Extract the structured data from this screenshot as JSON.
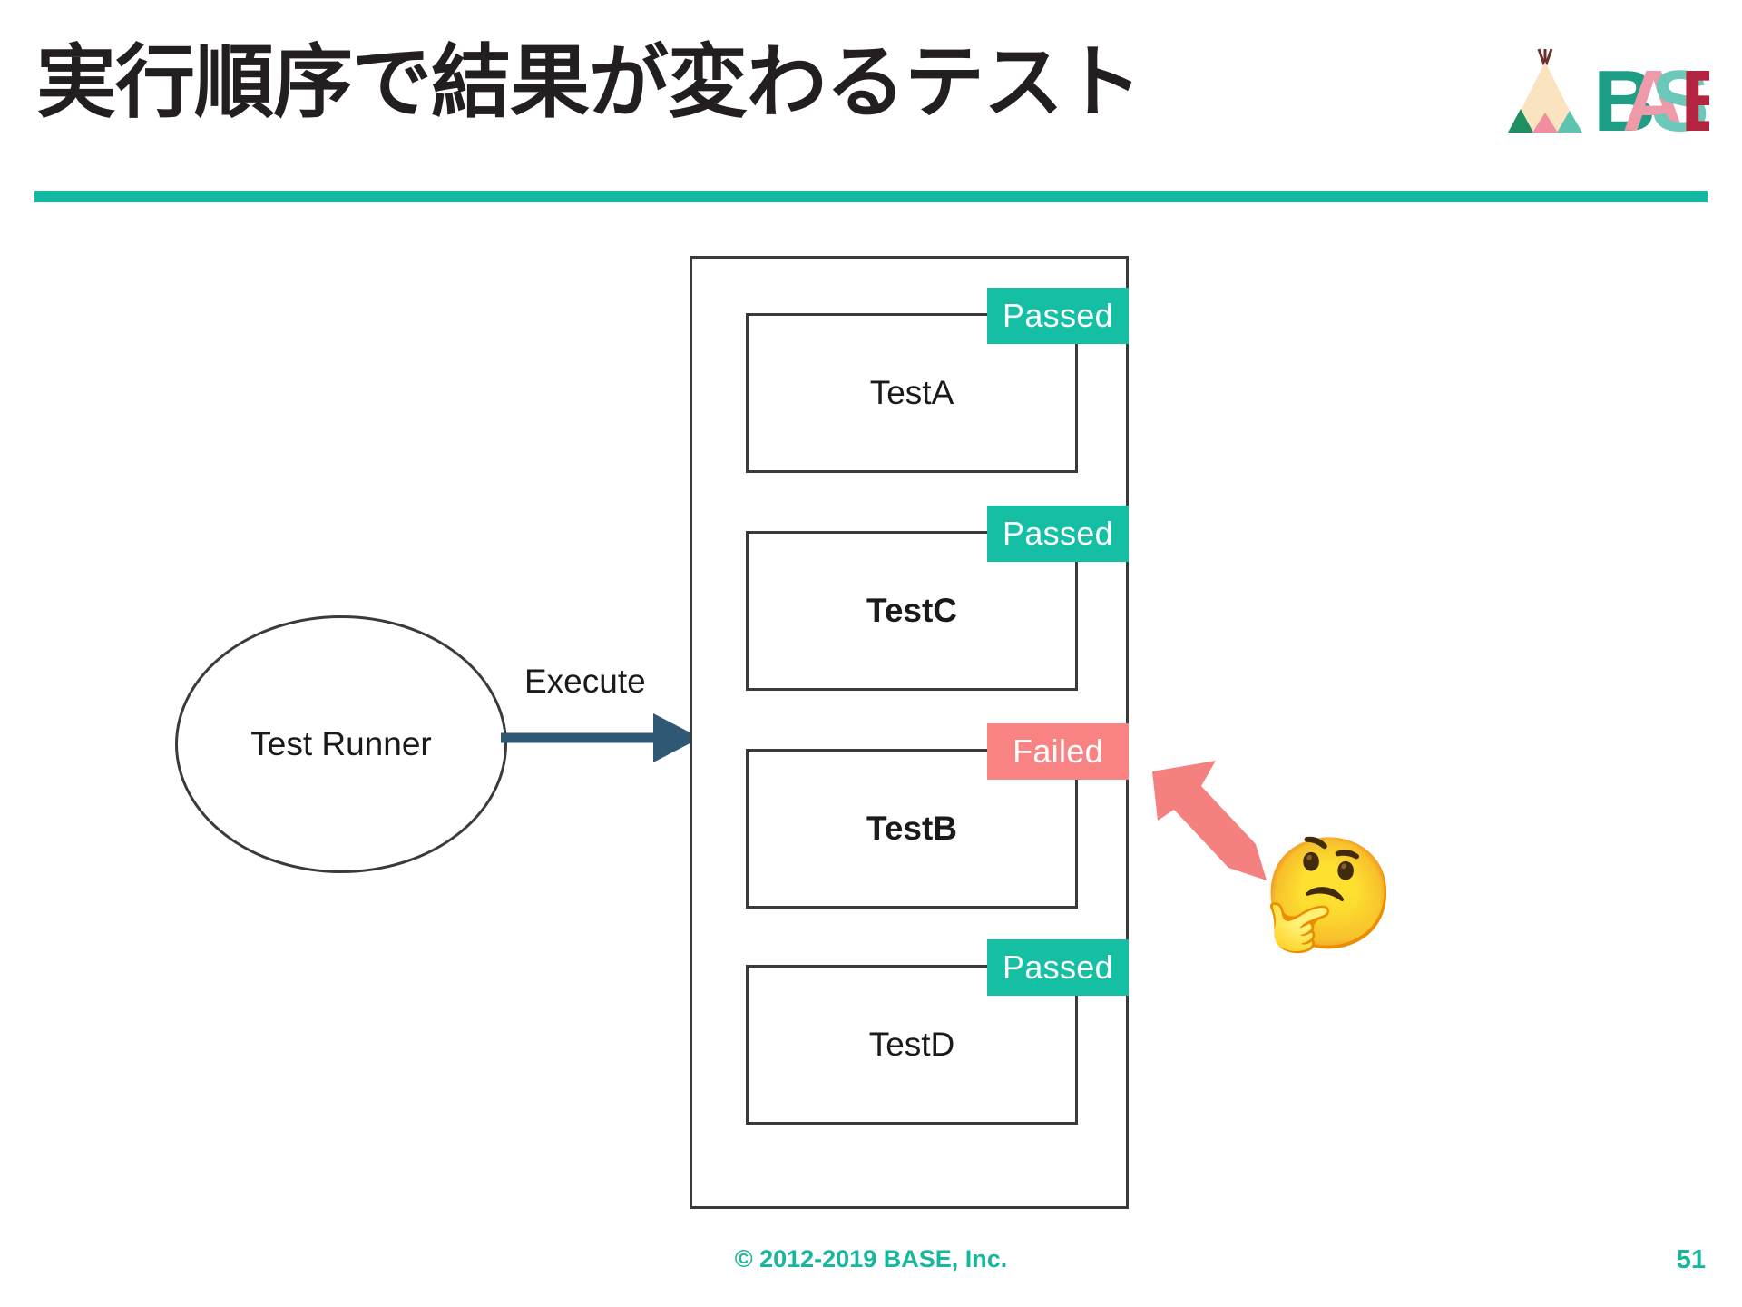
{
  "slide": {
    "title": "実行順序で結果が変わるテスト",
    "page_number": "51",
    "copyright": "© 2012-2019 BASE, Inc.",
    "accent_color": "#12b9a0"
  },
  "logo": {
    "wordmark": "BASE",
    "letters": [
      {
        "char": "B",
        "color": "#1d9e85"
      },
      {
        "char": "A",
        "color": "#ee9aa8"
      },
      {
        "char": "S",
        "color": "#6cc8bb"
      },
      {
        "char": "E",
        "color": "#b3243f"
      }
    ],
    "tent": {
      "body_color": "#fae3c0",
      "pole_color": "#6b3030",
      "foot_colors": [
        "#1d8f63",
        "#ef8fa0",
        "#5ec4b0"
      ]
    }
  },
  "diagram": {
    "type": "flow",
    "runner": {
      "label": "Test Runner",
      "shape": "ellipse"
    },
    "edge": {
      "label": "Execute",
      "color": "#2f5874",
      "direction": "right"
    },
    "suite": {
      "label": "",
      "tests": [
        {
          "name": "TestA",
          "status": "Passed",
          "status_color": "#14bfa4",
          "bold": false
        },
        {
          "name": "TestC",
          "status": "Passed",
          "status_color": "#14bfa4",
          "bold": true
        },
        {
          "name": "TestB",
          "status": "Failed",
          "status_color": "#f98383",
          "bold": true
        },
        {
          "name": "TestD",
          "status": "Passed",
          "status_color": "#14bfa4",
          "bold": false
        }
      ]
    },
    "callout": {
      "arrow_color": "#f4807f",
      "arrow_direction": "up-left",
      "emoji": "🤔",
      "emoji_name": "thinking-face"
    }
  }
}
